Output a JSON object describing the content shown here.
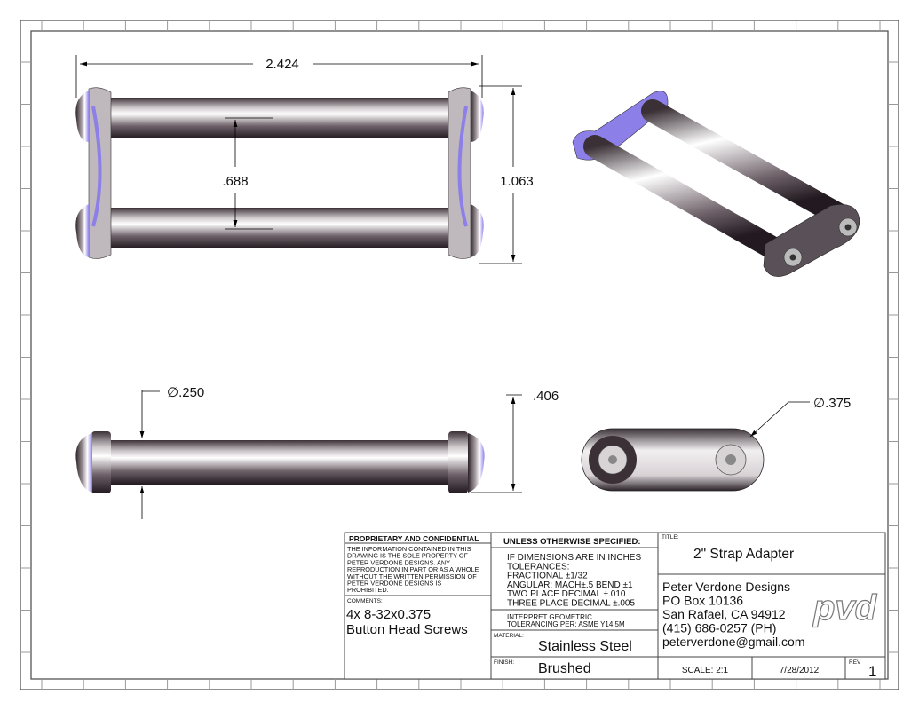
{
  "dimensions": {
    "overall_length": "2.424",
    "rod_spacing": ".688",
    "overall_height": "1.063",
    "rod_diameter": "∅.250",
    "head_height": ".406",
    "plate_diameter": "∅.375"
  },
  "title_block": {
    "proprietary": {
      "heading": "PROPRIETARY AND CONFIDENTIAL",
      "lines": [
        "THE INFORMATION CONTAINED IN THIS",
        "DRAWING IS THE SOLE PROPERTY OF",
        "PETER VERDONE DESIGNS.  ANY",
        "REPRODUCTION IN PART OR AS A WHOLE",
        "WITHOUT THE WRITTEN PERMISSION OF",
        "PETER VERDONE DESIGNS IS",
        "PROHIBITED."
      ]
    },
    "comments_label": "COMMENTS:",
    "comments": [
      "4x 8-32x0.375",
      "Button Head Screws"
    ],
    "unless_heading": "UNLESS OTHERWISE SPECIFIED:",
    "tolerances": [
      "IF DIMENSIONS ARE IN INCHES",
      "TOLERANCES:",
      "FRACTIONAL ±1/32",
      "ANGULAR: MACH±.5   BEND ±1",
      "TWO PLACE DECIMAL    ±.010",
      "THREE PLACE DECIMAL  ±.005"
    ],
    "interpret": [
      "INTERPRET GEOMETRIC",
      "TOLERANCING PER: ASME Y14.5M"
    ],
    "material_label": "MATERIAL:",
    "material": "Stainless Steel",
    "finish_label": "FINISH:",
    "finish": "Brushed",
    "title_label": "TITLE:",
    "title": "2\" Strap Adapter",
    "company": [
      "Peter Verdone Designs",
      "PO Box 10136",
      "San Rafael, CA 94912",
      "(415) 686-0257 (PH)",
      "peterverdone@gmail.com"
    ],
    "logo": "pvd",
    "scale": "SCALE: 2:1",
    "date": "7/28/2012",
    "rev_label": "REV",
    "rev": "1"
  },
  "colors": {
    "accent": "#8c7fe8",
    "metal": "#4a4048"
  }
}
